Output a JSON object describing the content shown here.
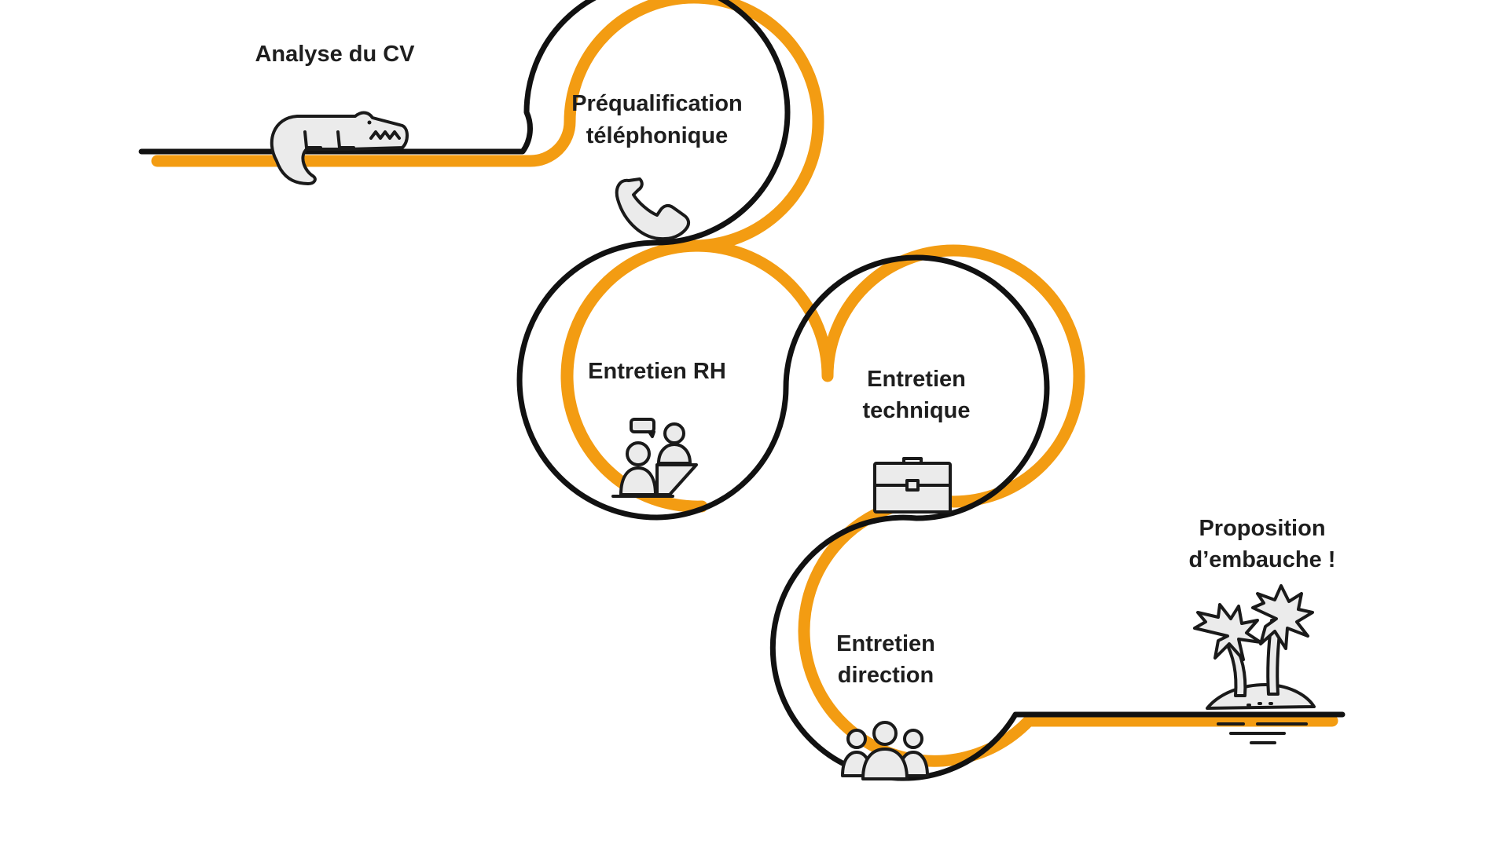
{
  "colors": {
    "track_main": "#111111",
    "track_shadow": "#f39c12",
    "icon_fill": "#ebebeb",
    "icon_stroke": "#1a1a1a",
    "text": "#1e1e1e"
  },
  "steps": [
    {
      "line1": "Analyse du CV",
      "line2": "",
      "icon": "crocodile-icon"
    },
    {
      "line1": "Préqualification",
      "line2": "téléphonique",
      "icon": "phone-icon"
    },
    {
      "line1": "Entretien RH",
      "line2": "",
      "icon": "interview-icon"
    },
    {
      "line1": "Entretien",
      "line2": "technique",
      "icon": "briefcase-icon"
    },
    {
      "line1": "Entretien",
      "line2": "direction",
      "icon": "group-icon"
    },
    {
      "line1": "Proposition",
      "line2": "d’embauche !",
      "icon": "palm-island-icon"
    }
  ]
}
